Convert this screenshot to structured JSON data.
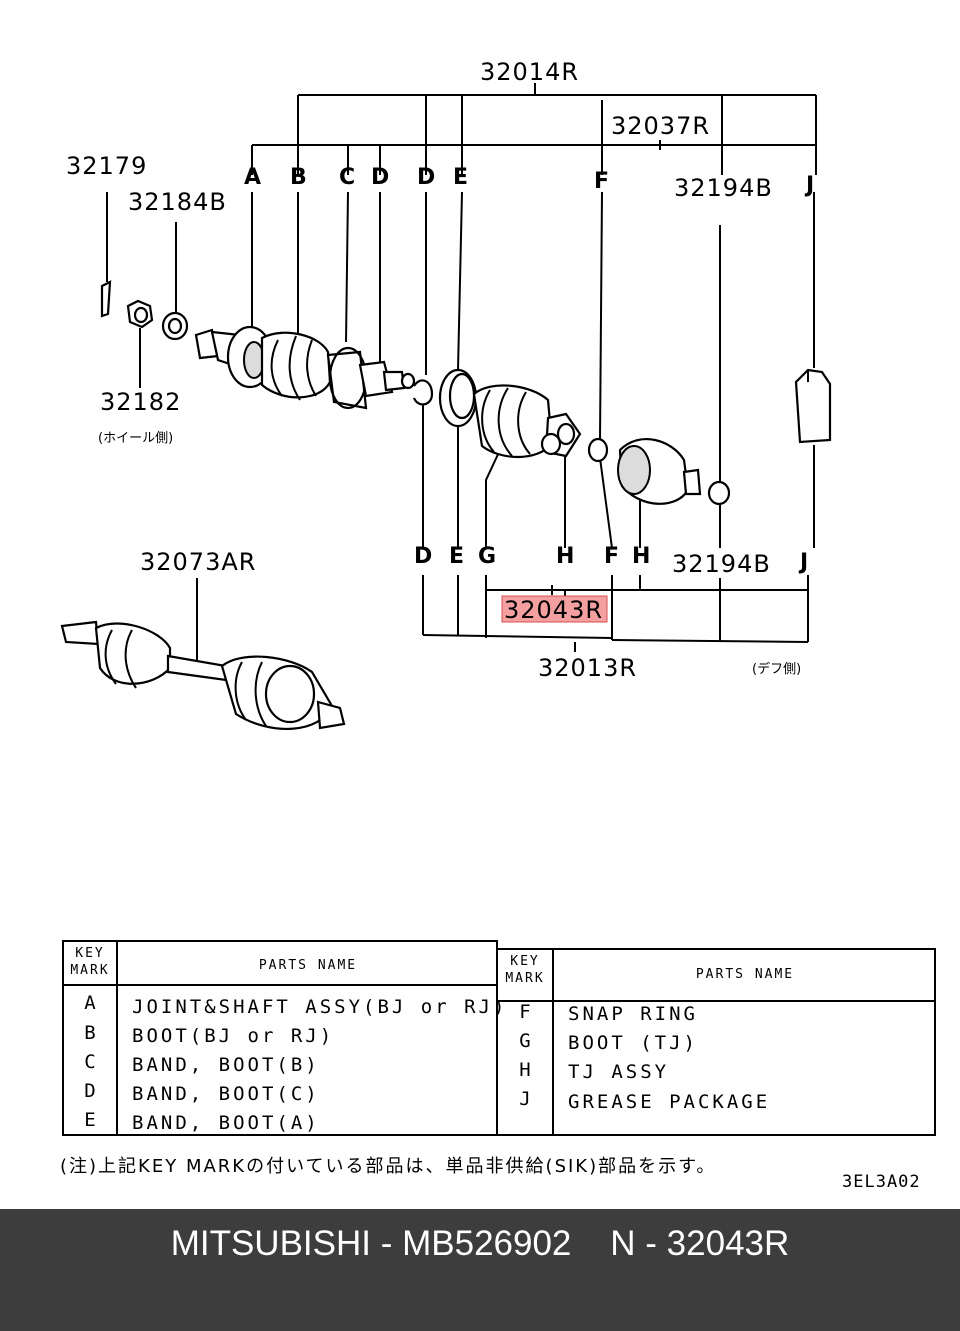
{
  "diagram": {
    "part_numbers": {
      "p32014R": "32014R",
      "p32037R": "32037R",
      "p32179": "32179",
      "p32184B": "32184B",
      "p32194B_top": "32194B",
      "p32182": "32182",
      "wheel_side": "(ホイール側)",
      "p32073AR": "32073AR",
      "p32194B_bottom": "32194B",
      "p32043R": "32043R",
      "p32013R": "32013R",
      "diff_side": "(デフ側)"
    },
    "top_keys": [
      "A",
      "B",
      "C",
      "D",
      "D",
      "E",
      "F",
      "J"
    ],
    "bottom_keys": [
      "D",
      "E",
      "G",
      "H",
      "F",
      "H",
      "J"
    ],
    "highlight_color": "#f4a0a0"
  },
  "table": {
    "header_key": [
      "KEY",
      "MARK"
    ],
    "header_name": "PARTS NAME",
    "left_rows": [
      {
        "key": "A",
        "name": "JOINT&SHAFT ASSY(BJ or RJ)"
      },
      {
        "key": "B",
        "name": "BOOT(BJ or RJ)"
      },
      {
        "key": "C",
        "name": "BAND, BOOT(B)"
      },
      {
        "key": "D",
        "name": "BAND, BOOT(C)"
      },
      {
        "key": "E",
        "name": "BAND, BOOT(A)"
      }
    ],
    "right_rows": [
      {
        "key": "F",
        "name": "SNAP RING"
      },
      {
        "key": "G",
        "name": "BOOT (TJ)"
      },
      {
        "key": "H",
        "name": "TJ ASSY"
      },
      {
        "key": "J",
        "name": "GREASE PACKAGE"
      }
    ]
  },
  "note": "(注)上記KEY MARKの付いている部品は、単品非供給(SIK)部品を示す。",
  "drawing_code": "3EL3A02",
  "footer": "MITSUBISHI - MB526902    N - 32043R"
}
